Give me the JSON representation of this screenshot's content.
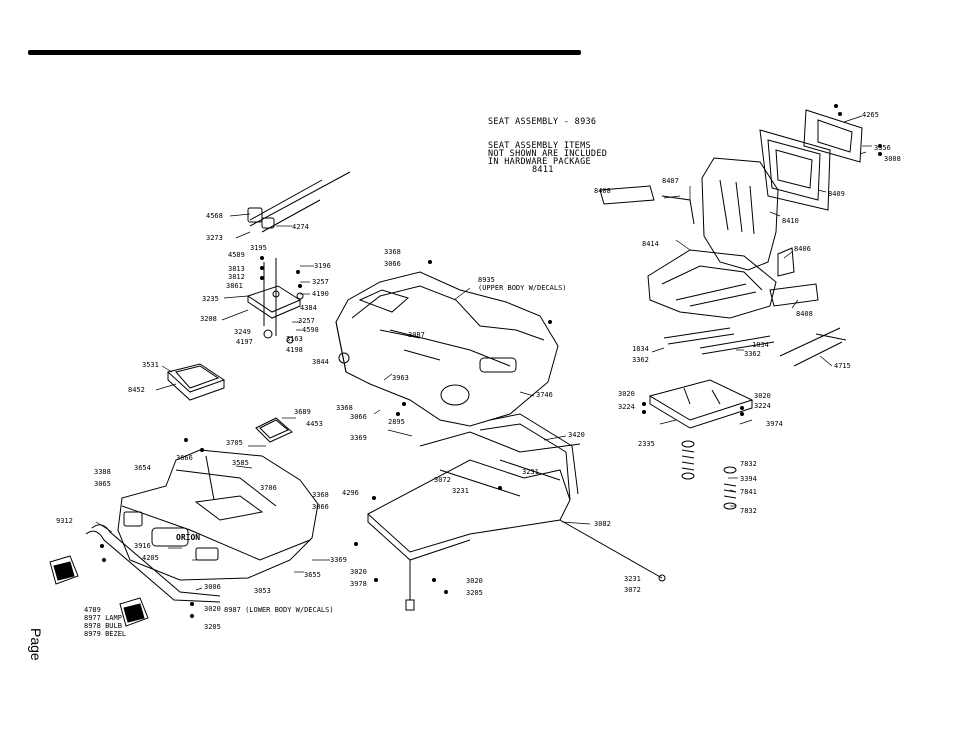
{
  "page": {
    "label": "Page"
  },
  "header": {
    "title": "SEAT ASSEMBLY - 8936",
    "note_lines": [
      "SEAT ASSEMBLY ITEMS",
      "NOT SHOWN ARE INCLUDED",
      "IN HARDWARE PACKAGE",
      "8411"
    ]
  },
  "assemblies": {
    "upper_body": "8935\n(UPPER BODY W/DECALS)",
    "lower_body": "8987 (LOWER BODY W/DECALS)",
    "lamp_lines": [
      "4789",
      "8977 LAMP",
      "8978 BULB",
      "8979 BEZEL"
    ],
    "logo": "ORION"
  },
  "part_labels": {
    "p4568": "4568",
    "p4274": "4274",
    "p3273": "3273",
    "p3195a": "3195",
    "p4589": "4589",
    "p3196": "3196",
    "p3813": "3813",
    "p3812": "3812",
    "p3257a": "3257",
    "p3861": "3861",
    "p4190": "4190",
    "p3235": "3235",
    "p4384": "4384",
    "p3208": "3208",
    "p3257b": "3257",
    "p4598": "4598",
    "p3249": "3249",
    "p3163": "3163",
    "p4197": "4197",
    "p4198": "4198",
    "p3531": "3531",
    "p8452": "8452",
    "p3844": "3844",
    "p3368a": "3368",
    "p3066a": "3066",
    "p3087": "3087",
    "p3963": "3963",
    "p3746": "3746",
    "p3368b": "3368",
    "p3066b": "3066",
    "p2895": "2895",
    "p3369a": "3369",
    "p3420": "3420",
    "p3689": "3689",
    "p4453": "4453",
    "p3705": "3705",
    "p3666": "3666",
    "p3585": "3585",
    "p3388": "3388",
    "p3654": "3654",
    "p3065": "3065",
    "p3706": "3706",
    "p3368c": "3368",
    "p3066c": "3066",
    "p4296": "4296",
    "p3072a": "3072",
    "p3231a": "3231",
    "p3231b": "3231",
    "p3082": "3082",
    "p9312": "9312",
    "p3916": "3916",
    "p4205": "4205",
    "p3369b": "3369",
    "p3655": "3655",
    "p3053": "3053",
    "p3006": "3006",
    "p3020a": "3020",
    "p3205a": "3205",
    "p3020b": "3020",
    "p3978": "3978",
    "p3020c": "3020",
    "p3205b": "3205",
    "p3231c": "3231",
    "p3072b": "3072",
    "p4265": "4265",
    "p3356": "3356",
    "p3008": "3008",
    "p8409": "8409",
    "p8408a": "8408",
    "p8407": "8407",
    "p8410": "8410",
    "p8414": "8414",
    "p8406": "8406",
    "p8408b": "8408",
    "p1834a": "1834",
    "p1834b": "1834",
    "p3362a": "3362",
    "p3362b": "3362",
    "p4715": "4715",
    "p3020d": "3020",
    "p3224a": "3224",
    "p3020e": "3020",
    "p3224b": "3224",
    "p3974": "3974",
    "p2335": "2335",
    "p7832a": "7832",
    "p3394": "3394",
    "p7841": "7841",
    "p7832b": "7832"
  }
}
